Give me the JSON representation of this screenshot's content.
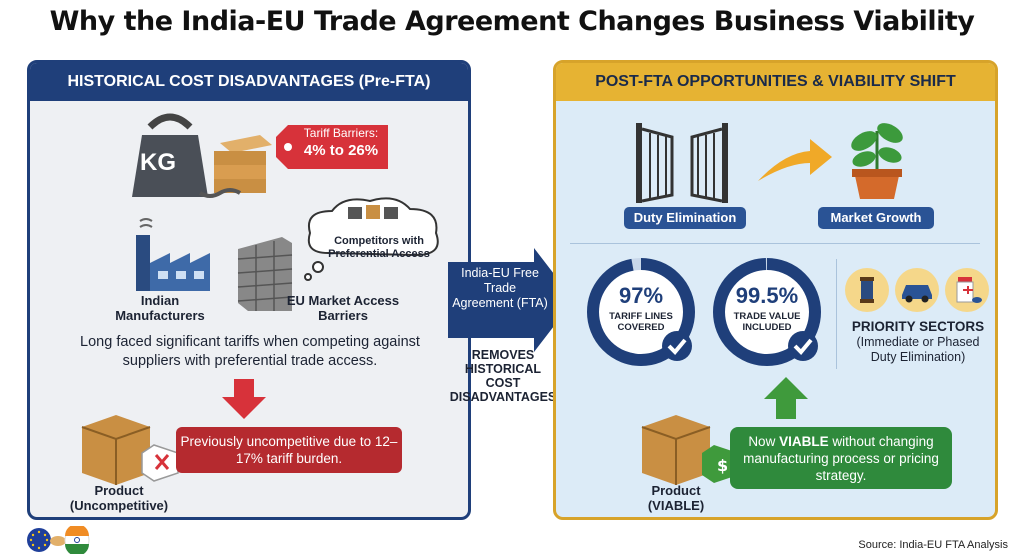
{
  "title": "Why the India-EU Trade Agreement Changes Business Viability",
  "left_panel": {
    "header": "HISTORICAL COST DISADVANTAGES (Pre-FTA)",
    "weight_text": "KG",
    "tariff_tag_line1": "Tariff Barriers:",
    "tariff_tag_line2": "4% to 26%",
    "cloud_text": "Competitors with Preferential Access",
    "indian_mfg_label": "Indian Manufacturers",
    "eu_barriers_label": "EU Market Access Barriers",
    "body_text": "Long faced significant tariffs when competing against suppliers with preferential trade access.",
    "product_label": "Product (Uncompetitive)",
    "red_box_text": "Previously uncompetitive due to 12–17% tariff burden."
  },
  "center": {
    "arrow_text": "India-EU Free Trade Agreement (FTA)",
    "removes_text": "REMOVES HISTORICAL COST DISADVANTAGES"
  },
  "right_panel": {
    "header": "POST-FTA OPPORTUNITIES & VIABILITY SHIFT",
    "duty_label": "Duty Elimination",
    "market_label": "Market Growth",
    "tariff_lines_value": "97%",
    "tariff_lines_label": "TARIFF LINES COVERED",
    "tariff_lines_pct": 97,
    "trade_value": "99.5%",
    "trade_value_label": "TRADE VALUE INCLUDED",
    "trade_value_pct": 99.5,
    "priority_title": "PRIORITY SECTORS",
    "priority_sub": "(Immediate or Phased Duty Elimination)",
    "green_box_pre": "Now ",
    "green_box_bold": "VIABLE",
    "green_box_post": " without changing manufacturing process or pricing strategy.",
    "product_label": "Product (VIABLE)"
  },
  "source": "Source: India-EU FTA Analysis",
  "colors": {
    "navy": "#1f3f7a",
    "gold": "#e6b333",
    "red": "#b52a2f",
    "green": "#2f8a3c"
  }
}
